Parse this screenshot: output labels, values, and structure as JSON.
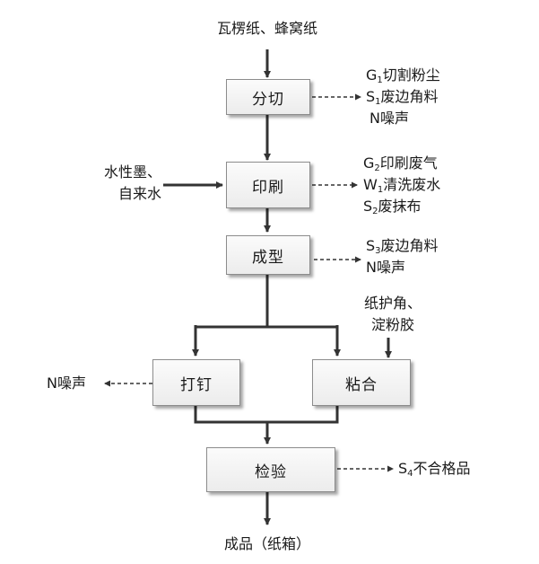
{
  "input": "瓦楞纸、蜂窝纸",
  "steps": {
    "cut": "分切",
    "print": "印刷",
    "form": "成型",
    "nail": "打钉",
    "glue": "粘合",
    "inspect": "检验"
  },
  "side_inputs": {
    "print_line1": "水性墨、",
    "print_line2": "自来水",
    "glue_line1": "纸护角、",
    "glue_line2": "淀粉胶"
  },
  "outputs": {
    "cut": [
      {
        "prefix": "G",
        "sub": "1",
        "text": "切割粉尘"
      },
      {
        "prefix": "S",
        "sub": "1",
        "text": "废边角料"
      },
      {
        "prefix": "N",
        "sub": "",
        "text": "噪声"
      }
    ],
    "print": [
      {
        "prefix": "G",
        "sub": "2",
        "text": "印刷废气"
      },
      {
        "prefix": "W",
        "sub": "1",
        "text": "清洗废水"
      },
      {
        "prefix": "S",
        "sub": "2",
        "text": "废抹布"
      }
    ],
    "form": [
      {
        "prefix": "S",
        "sub": "3",
        "text": "废边角料"
      },
      {
        "prefix": "N",
        "sub": "",
        "text": "噪声"
      }
    ],
    "nail": {
      "prefix": "N",
      "sub": "",
      "text": "噪声"
    },
    "inspect": {
      "prefix": "S",
      "sub": "4",
      "text": "不合格品"
    }
  },
  "product": "成品（纸箱）"
}
